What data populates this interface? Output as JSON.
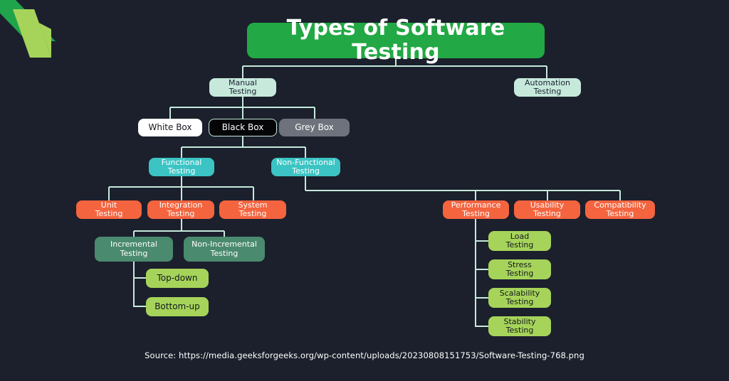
{
  "page": {
    "background_color": "#1b202c",
    "connector_color": "#c6e9dc"
  },
  "logo": {
    "name": "brand-logo",
    "dark_green": "#1fa34b",
    "light_green": "#a6d45a"
  },
  "title": {
    "text": "Types of Software Testing",
    "color": "#ffffff",
    "background_color": "#22a844"
  },
  "nodes": {
    "manual_testing": "Manual\nTesting",
    "automation_testing": "Automation\nTesting",
    "white_box": "White Box",
    "black_box": "Black Box",
    "grey_box": "Grey Box",
    "functional_testing": "Functional\nTesting",
    "non_functional_testing": "Non-Functional\nTesting",
    "unit_testing": "Unit\nTesting",
    "integration_testing": "Integration\nTesting",
    "system_testing": "System\nTesting",
    "incremental_testing": "Incremental\nTesting",
    "non_incremental_testing": "Non-Incremental\nTesting",
    "top_down": "Top-down",
    "bottom_up": "Bottom-up",
    "performance_testing": "Performance\nTesting",
    "usability_testing": "Usability\nTesting",
    "compatibility_testing": "Compatibility\nTesting",
    "load_testing": "Load\nTesting",
    "stress_testing": "Stress\nTesting",
    "scalability_testing": "Scalability\nTesting",
    "stability_testing": "Stability\nTesting"
  },
  "colors": {
    "mint": "#c6e9dc",
    "white": "#ffffff",
    "black": "#050507",
    "grey": "#6d727c",
    "teal": "#3cc4c4",
    "orange": "#f4643f",
    "seagreen": "#4a8a6e",
    "lime": "#a6d45a",
    "title_green": "#22a844"
  },
  "source": {
    "text": "Source: https://media.geeksforgeeks.org/wp-content/uploads/20230808151753/Software-Testing-768.png"
  }
}
